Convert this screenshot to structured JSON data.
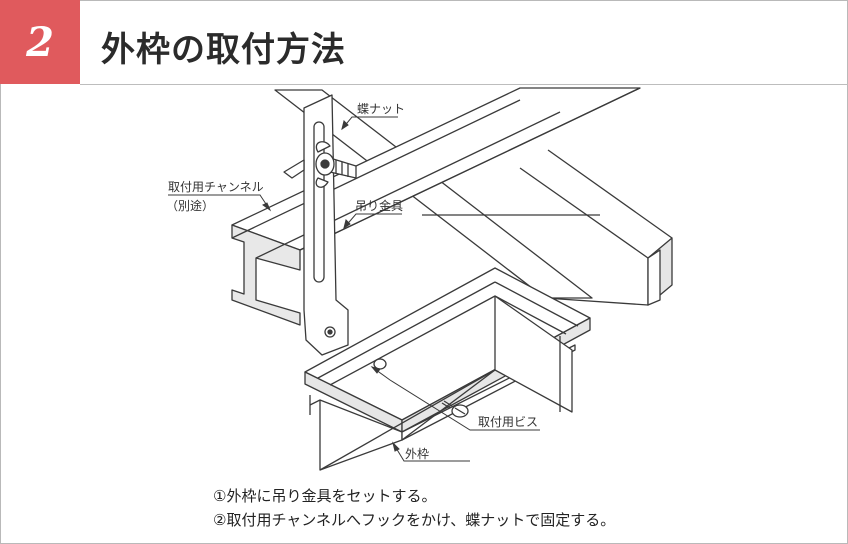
{
  "step": {
    "number": "2",
    "title": "外枠の取付方法"
  },
  "labels": {
    "wing_nut": "蝶ナット",
    "channel": "取付用チャンネル",
    "channel_note": "（別途）",
    "hanger": "吊り金具",
    "screw": "取付用ビス",
    "frame": "外枠"
  },
  "instructions": [
    "①外枠に吊り金具をセットする。",
    "②取付用チャンネルへフックをかけ、蝶ナットで固定する。"
  ],
  "colors": {
    "badge": "#e05a5d",
    "line": "#3a3a3a",
    "fill": "#e6e6e6"
  }
}
